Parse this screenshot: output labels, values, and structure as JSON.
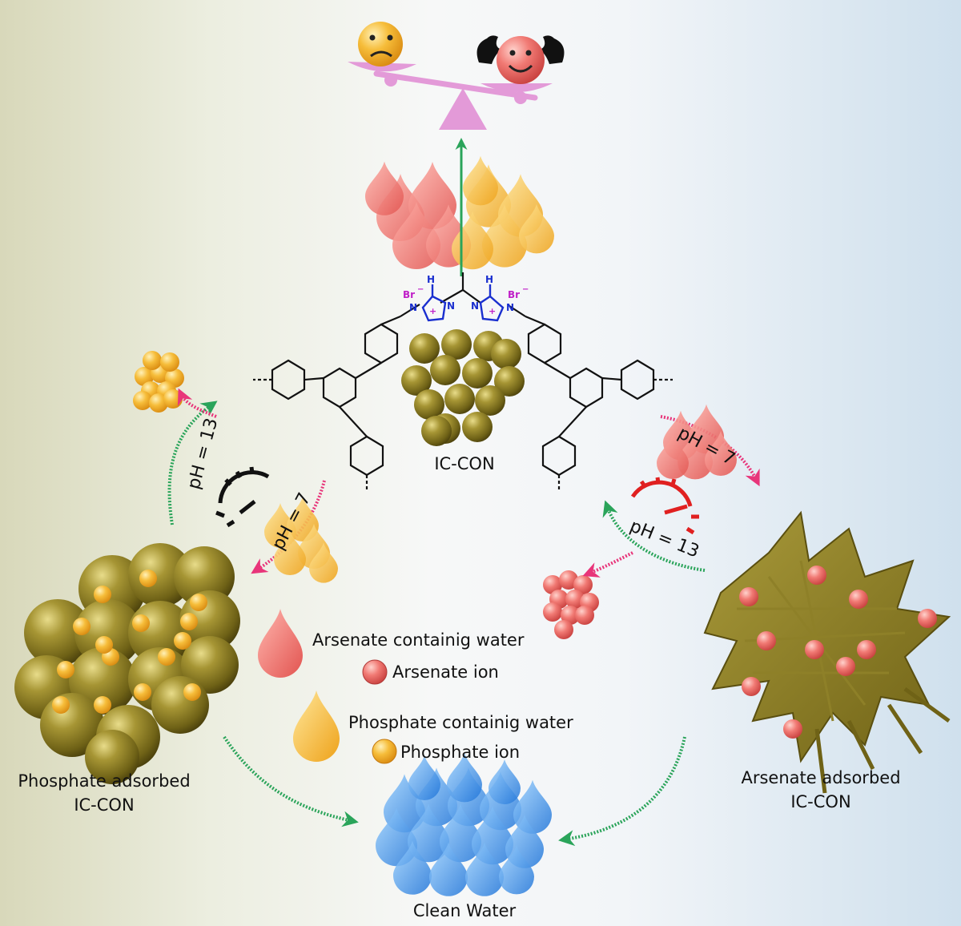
{
  "labels": {
    "ic_con": "IC-CON",
    "phosphate_adsorbed_line1": "Phosphate adsorbed",
    "phosphate_adsorbed_line2": "IC-CON",
    "arsenate_adsorbed_line1": "Arsenate adsorbed",
    "arsenate_adsorbed_line2": "IC-CON",
    "clean_water": "Clean Water",
    "ph_left_regen": "pH = 13",
    "ph_left_adsorb": "pH = 7",
    "ph_right_adsorb": "pH = 7",
    "ph_right_regen": "pH = 13"
  },
  "legend": {
    "arsenate_water": "Arsenate containig water",
    "arsenate_ion": "Arsenate ion",
    "phosphate_water": "Phosphate containig water",
    "phosphate_ion": "Phosphate ion"
  },
  "molecule": {
    "br_left": "Br",
    "br_right": "Br",
    "minus": "−",
    "plus": "+",
    "h": "H",
    "n": "N"
  },
  "colors": {
    "arsenate": "#ef6b6b",
    "phosphate": "#f2b21d",
    "adsorbent": "#7d7020",
    "water": "#2f8fe6",
    "balance": "#e39ad8",
    "green_arrow": "#2aa45a",
    "magenta_arrow": "#e8357a",
    "imidazolium": "#1a2fcf",
    "bromide": "#c020c8"
  }
}
